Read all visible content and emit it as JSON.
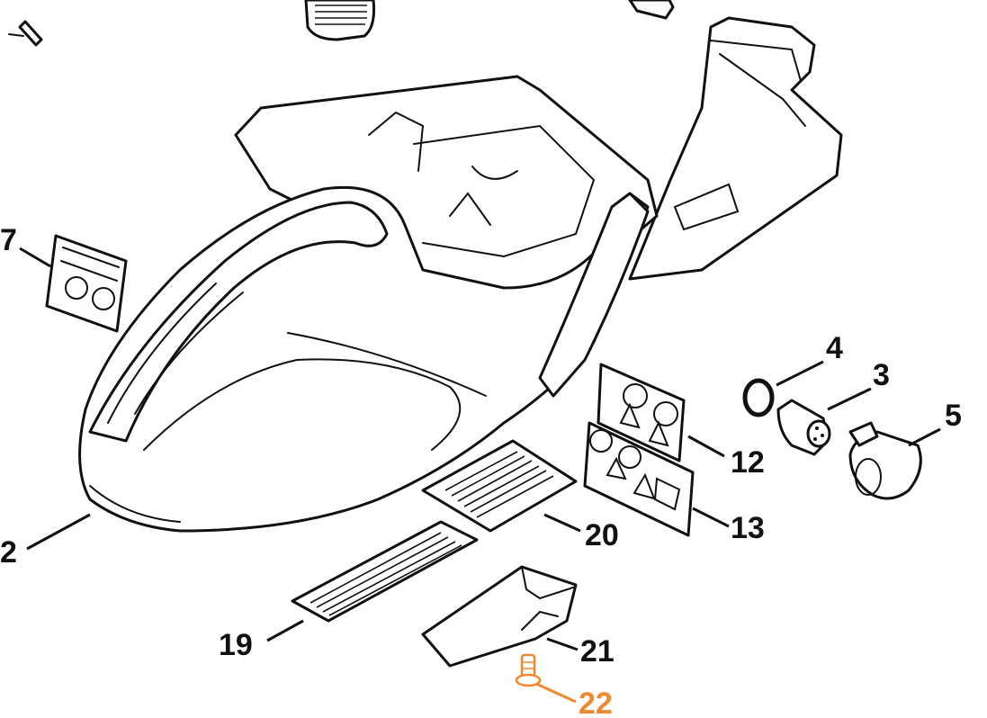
{
  "colors": {
    "line": "#111111",
    "highlight": "#ee8a2d",
    "background": "#ffffff"
  },
  "callouts": {
    "c2": {
      "label": "2"
    },
    "c3": {
      "label": "3"
    },
    "c4": {
      "label": "4"
    },
    "c5": {
      "label": "5"
    },
    "c7": {
      "label": "7"
    },
    "c12": {
      "label": "12"
    },
    "c13": {
      "label": "13"
    },
    "c19": {
      "label": "19"
    },
    "c20": {
      "label": "20"
    },
    "c21": {
      "label": "21"
    },
    "c22": {
      "label": "22",
      "highlighted": true
    }
  }
}
